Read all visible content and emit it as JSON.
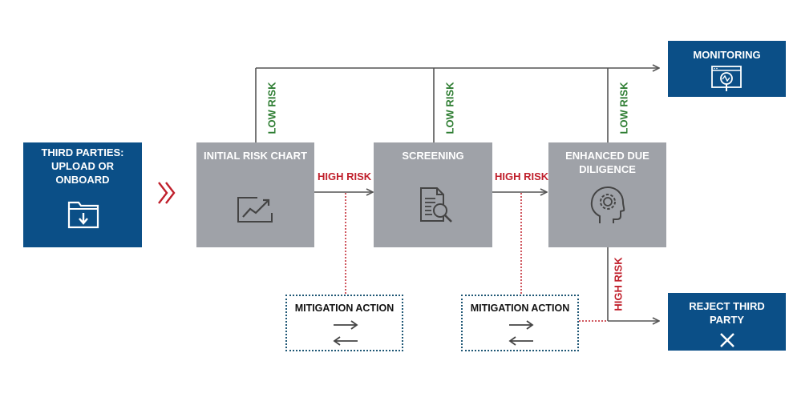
{
  "start": {
    "title": "THIRD PARTIES: UPLOAD OR ONBOARD",
    "icon": "folder-download-icon"
  },
  "steps": [
    {
      "title": "INITIAL RISK CHART",
      "icon": "trend-chart-icon"
    },
    {
      "title": "SCREENING",
      "icon": "document-search-icon"
    },
    {
      "title": "ENHANCED DUE DILIGENCE",
      "icon": "head-gear-icon"
    }
  ],
  "monitoring": {
    "title": "MONITORING",
    "icon": "monitor-search-icon"
  },
  "reject": {
    "title": "REJECT THIRD PARTY",
    "icon": "x-icon"
  },
  "mitigation": [
    {
      "title": "MITIGATION ACTION",
      "icon": "exchange-arrows-icon"
    },
    {
      "title": "MITIGATION ACTION",
      "icon": "exchange-arrows-icon"
    }
  ],
  "labels": {
    "low_risk": "LOW RISK",
    "high_risk": "HIGH RISK"
  },
  "colors": {
    "blue": "#0b4f87",
    "gray": "#9fa2a8",
    "low": "#2e7d32",
    "high": "#c0202c",
    "line": "#555555"
  }
}
